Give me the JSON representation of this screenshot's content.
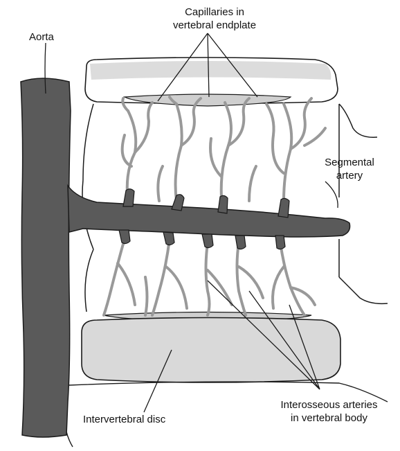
{
  "labels": {
    "capillaries": [
      "Capillaries in",
      "vertebral endplate"
    ],
    "aorta": "Aorta",
    "segmental": [
      "Segmental",
      "artery"
    ],
    "interosseous": [
      "Interosseous arteries",
      "in vertebral body"
    ],
    "disc": "Intervertebral disc"
  },
  "colors": {
    "outline": "#1a1a1a",
    "aorta_fill": "#5a5a5a",
    "capillary_vessels": "#999999",
    "disc_fill": "#d9d9d9",
    "endplate_fill": "#cccccc"
  }
}
